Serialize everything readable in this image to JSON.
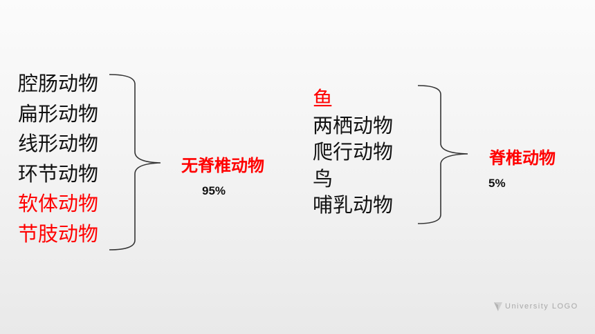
{
  "left_group": {
    "items": [
      {
        "text": "腔肠动物",
        "highlight": false
      },
      {
        "text": "扁形动物",
        "highlight": false
      },
      {
        "text": "线形动物",
        "highlight": false
      },
      {
        "text": "环节动物",
        "highlight": false
      },
      {
        "text": "软体动物",
        "highlight": true
      },
      {
        "text": "节肢动物",
        "highlight": true
      }
    ],
    "label": "无脊椎动物",
    "percent": "95%"
  },
  "right_group": {
    "items": [
      {
        "text": "鱼",
        "highlight": true
      },
      {
        "text": "两栖动物",
        "highlight": false
      },
      {
        "text": "爬行动物",
        "highlight": false
      },
      {
        "text": "鸟",
        "highlight": false
      },
      {
        "text": "哺乳动物",
        "highlight": false
      }
    ],
    "label": "脊椎动物",
    "percent": "5%"
  },
  "logo": {
    "text": "University LOGO"
  },
  "colors": {
    "highlight": "#ff0000",
    "text": "#111111",
    "brace": "#333333",
    "logo": "#a8a8a8"
  }
}
